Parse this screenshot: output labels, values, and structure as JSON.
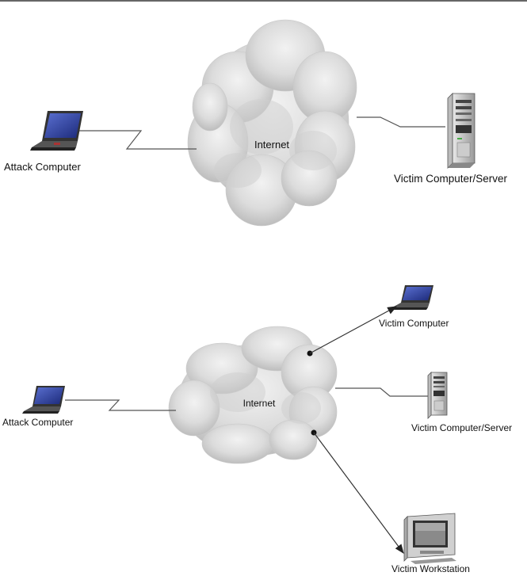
{
  "diagrams": [
    {
      "cloud_label": "Internet",
      "attacker_label": "Attack Computer",
      "targets": [
        {
          "label": "Victim Computer/Server",
          "type": "server"
        }
      ]
    },
    {
      "cloud_label": "Internet",
      "attacker_label": "Attack Computer",
      "targets": [
        {
          "label": "Victim Computer",
          "type": "laptop"
        },
        {
          "label": "Victim Computer/Server",
          "type": "server"
        },
        {
          "label": "Victim Workstation",
          "type": "workstation"
        }
      ]
    }
  ],
  "colors": {
    "cloud": "#d9d9d9",
    "cloud_shade": "#c4c4c4",
    "screen": "#2a3a8c",
    "line": "#555555"
  }
}
